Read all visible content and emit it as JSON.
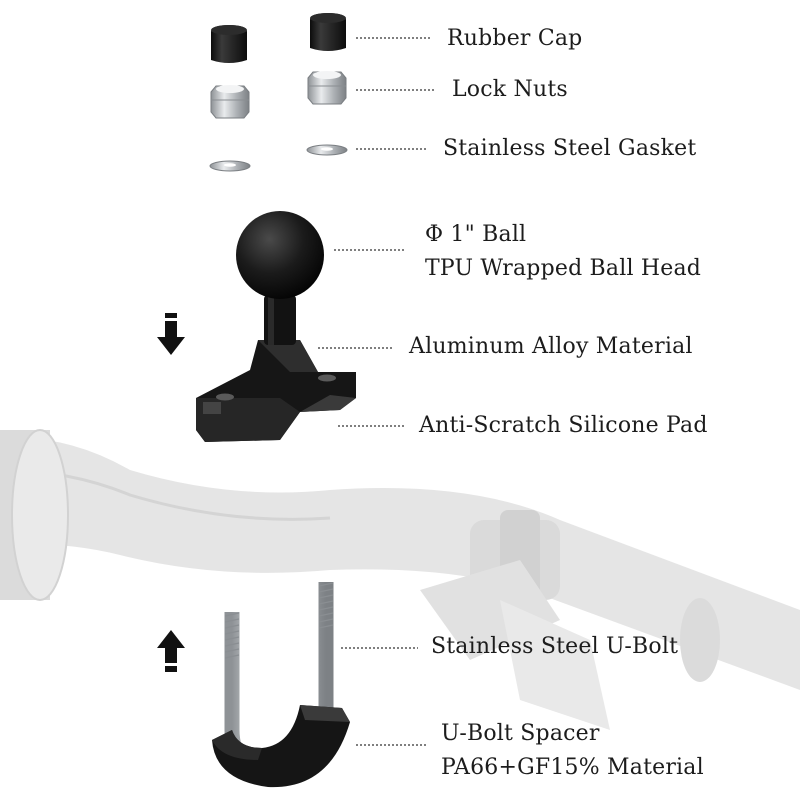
{
  "labels": {
    "rubber_cap": "Rubber Cap",
    "lock_nuts": "Lock Nuts",
    "gasket": "Stainless Steel Gasket",
    "ball_line1": "Φ 1\" Ball",
    "ball_line2": "TPU Wrapped Ball Head",
    "aluminum": "Aluminum Alloy Material",
    "silicone_pad": "Anti-Scratch Silicone Pad",
    "u_bolt": "Stainless Steel U-Bolt",
    "spacer_line1": "U-Bolt Spacer",
    "spacer_line2": "PA66+GF15% Material"
  },
  "icons": {
    "down_arrow": "arrow-down-icon",
    "up_arrow": "arrow-up-icon"
  },
  "colors": {
    "part_black": "#141414",
    "metal": "#b9bcc0",
    "handlebar_ghost": "#e6e6e6",
    "leader_line": "#333333",
    "text": "#1c1c1c"
  }
}
